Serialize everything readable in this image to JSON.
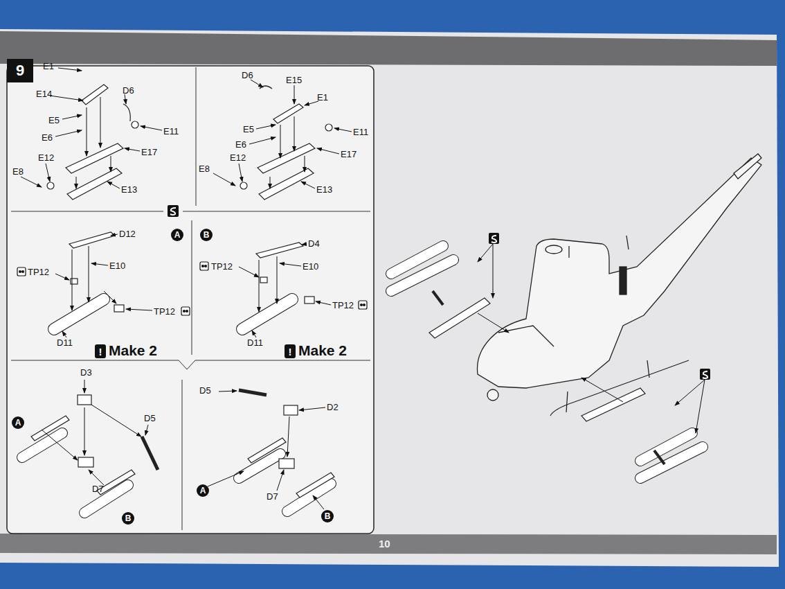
{
  "diagram": {
    "nodes": [
      {
        "text": [
          "9"
        ]
      },
      {
        "text": [
          "A"
        ]
      },
      {
        "text": [
          "B"
        ]
      },
      {
        "text": [
          "!"
        ]
      },
      {
        "text": [
          "!"
        ]
      },
      {
        "text": [
          "A"
        ]
      },
      {
        "text": [
          "B"
        ]
      },
      {
        "text": [
          "A"
        ]
      },
      {
        "text": [
          "B"
        ]
      }
    ],
    "labels": [
      "E1",
      "E14",
      "D6",
      "E5",
      "E6",
      "E11",
      "E17",
      "E12",
      "E8",
      "E13",
      "D6",
      "E15",
      "E1",
      "E5",
      "E11",
      "E6",
      "E17",
      "E12",
      "E8",
      "E13",
      "D12",
      "E10",
      "TP12",
      "TP12",
      "D11",
      "Make 2",
      "D4",
      "TP12",
      "E10",
      "TP12",
      "D11",
      "Make 2",
      "D3",
      "D5",
      "D7",
      "D5",
      "D2",
      "D7",
      "10"
    ]
  }
}
